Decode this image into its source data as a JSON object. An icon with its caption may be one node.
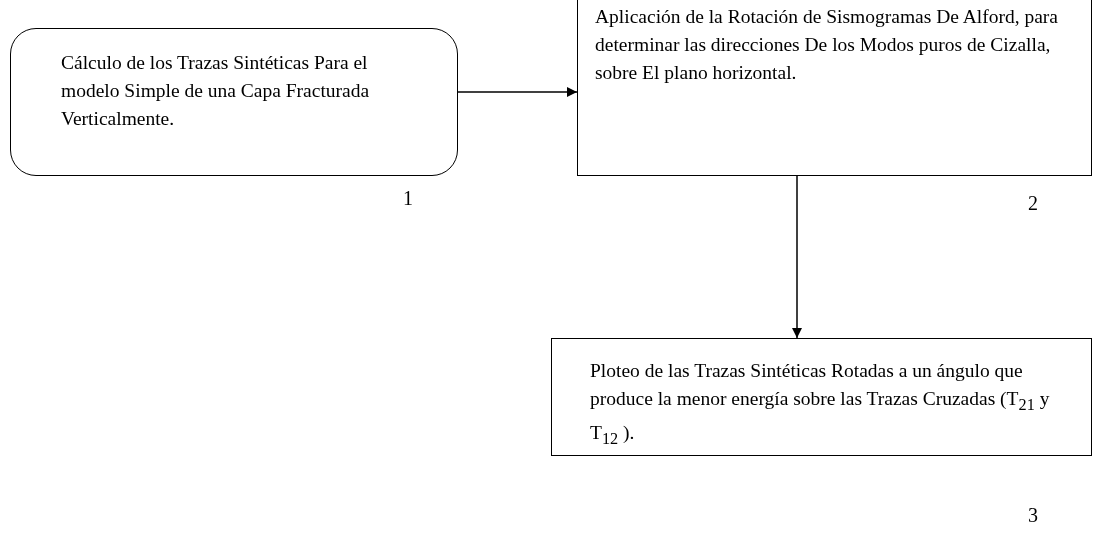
{
  "diagram": {
    "nodes": [
      {
        "text": [
          "Cálculo de los Trazas Sintéticas Para el modelo Simple de una Capa Fracturada Verticalmente."
        ],
        "beside": [
          "1"
        ]
      },
      {
        "text": [
          "Aplicación de la Rotación de Sismogramas De Alford, para determinar las direcciones De los Modos puros de Cizalla, sobre El plano horizontal."
        ],
        "beside": [
          "2"
        ]
      },
      {
        "text": [
          "Ploteo de las Trazas Sintéticas Rotadas a un ángulo que produce la menor energía sobre las Trazas Cruzadas (T$_{21}$ y T$_{12}$ )."
        ],
        "beside": [
          "3"
        ]
      }
    ],
    "edges": [
      {
        "from": 0,
        "to": 1,
        "arrow": "to"
      },
      {
        "from": 1,
        "to": 2,
        "arrow": "to"
      }
    ]
  }
}
